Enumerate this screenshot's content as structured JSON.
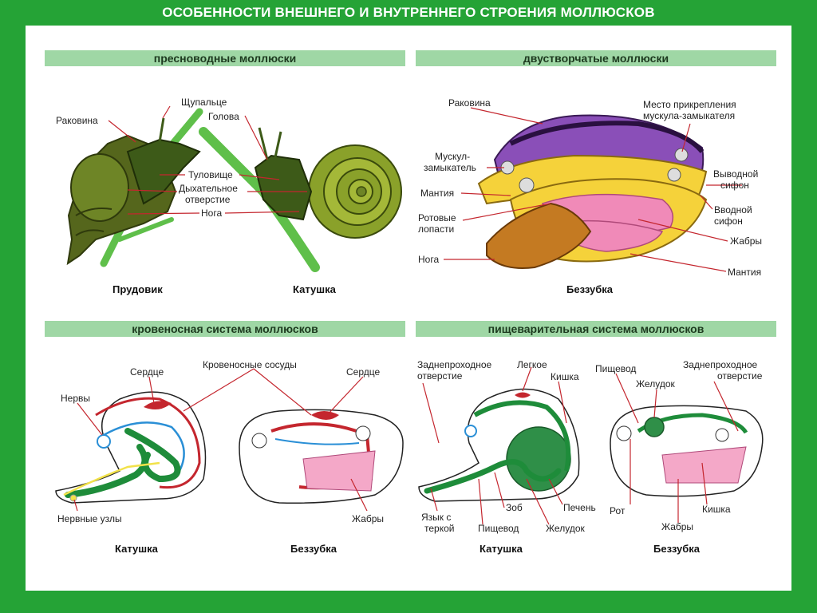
{
  "title": "ОСОБЕННОСТИ ВНЕШНЕГО И ВНУТРЕННЕГО СТРОЕНИЯ МОЛЛЮСКОВ",
  "sections": {
    "freshwater": {
      "heading": "пресноводные моллюски",
      "labels": {
        "shell": "Раковина",
        "tentacle": "Щупальце",
        "head": "Голова",
        "body": "Туловище",
        "breath1": "Дыхательное",
        "breath2": "отверстие",
        "foot": "Нога"
      },
      "captions": {
        "left": "Прудовик",
        "right": "Катушка"
      }
    },
    "bivalve": {
      "heading": "двустворчатые моллюски",
      "labels": {
        "shell": "Раковина",
        "muscle_attach1": "Место прикрепления",
        "muscle_attach2": "мускула-замыкателя",
        "closer1": "Мускул-",
        "closer2": "замыкатель",
        "mantle_left": "Мантия",
        "oral1": "Ротовые",
        "oral2": "лопасти",
        "foot": "Нога",
        "out1": "Выводной",
        "out2": "сифон",
        "in1": "Вводной",
        "in2": "сифон",
        "gills": "Жабры",
        "mantle_right": "Мантия"
      },
      "caption": "Беззубка"
    },
    "circulatory": {
      "heading": "кровеносная система моллюсков",
      "labels": {
        "heart_left": "Сердце",
        "vessels": "Кровеносные сосуды",
        "heart_right": "Сердце",
        "nerves": "Нервы",
        "ganglia": "Нервные узлы",
        "gills": "Жабры"
      },
      "captions": {
        "left": "Катушка",
        "right": "Беззубка"
      }
    },
    "digestive": {
      "heading": "пищеварительная система моллюсков",
      "labels": {
        "anus_left1": "Заднепроходное",
        "anus_left2": "отверстие",
        "lung": "Легкое",
        "intestine_left": "Кишка",
        "tongue1": "Язык с",
        "tongue2": "теркой",
        "crop": "Зоб",
        "esophagus_left": "Пищевод",
        "liver": "Печень",
        "stomach_left": "Желудок",
        "esophagus_right": "Пищевод",
        "stomach_right": "Желудок",
        "anus_right1": "Заднепроходное",
        "anus_right2": "отверстие",
        "mouth": "Рот",
        "intestine_right": "Кишка",
        "gills": "Жабры"
      },
      "captions": {
        "left": "Катушка",
        "right": "Беззубка"
      }
    }
  },
  "colors": {
    "frame": "#25a336",
    "heading_bar": "#9fd7a5",
    "vessel_artery": "#c4262e",
    "vessel_vein": "#2a8fd6",
    "gut": "#1e8c3a",
    "gill": "#f4a8c8",
    "nerve": "#f2e24a"
  }
}
